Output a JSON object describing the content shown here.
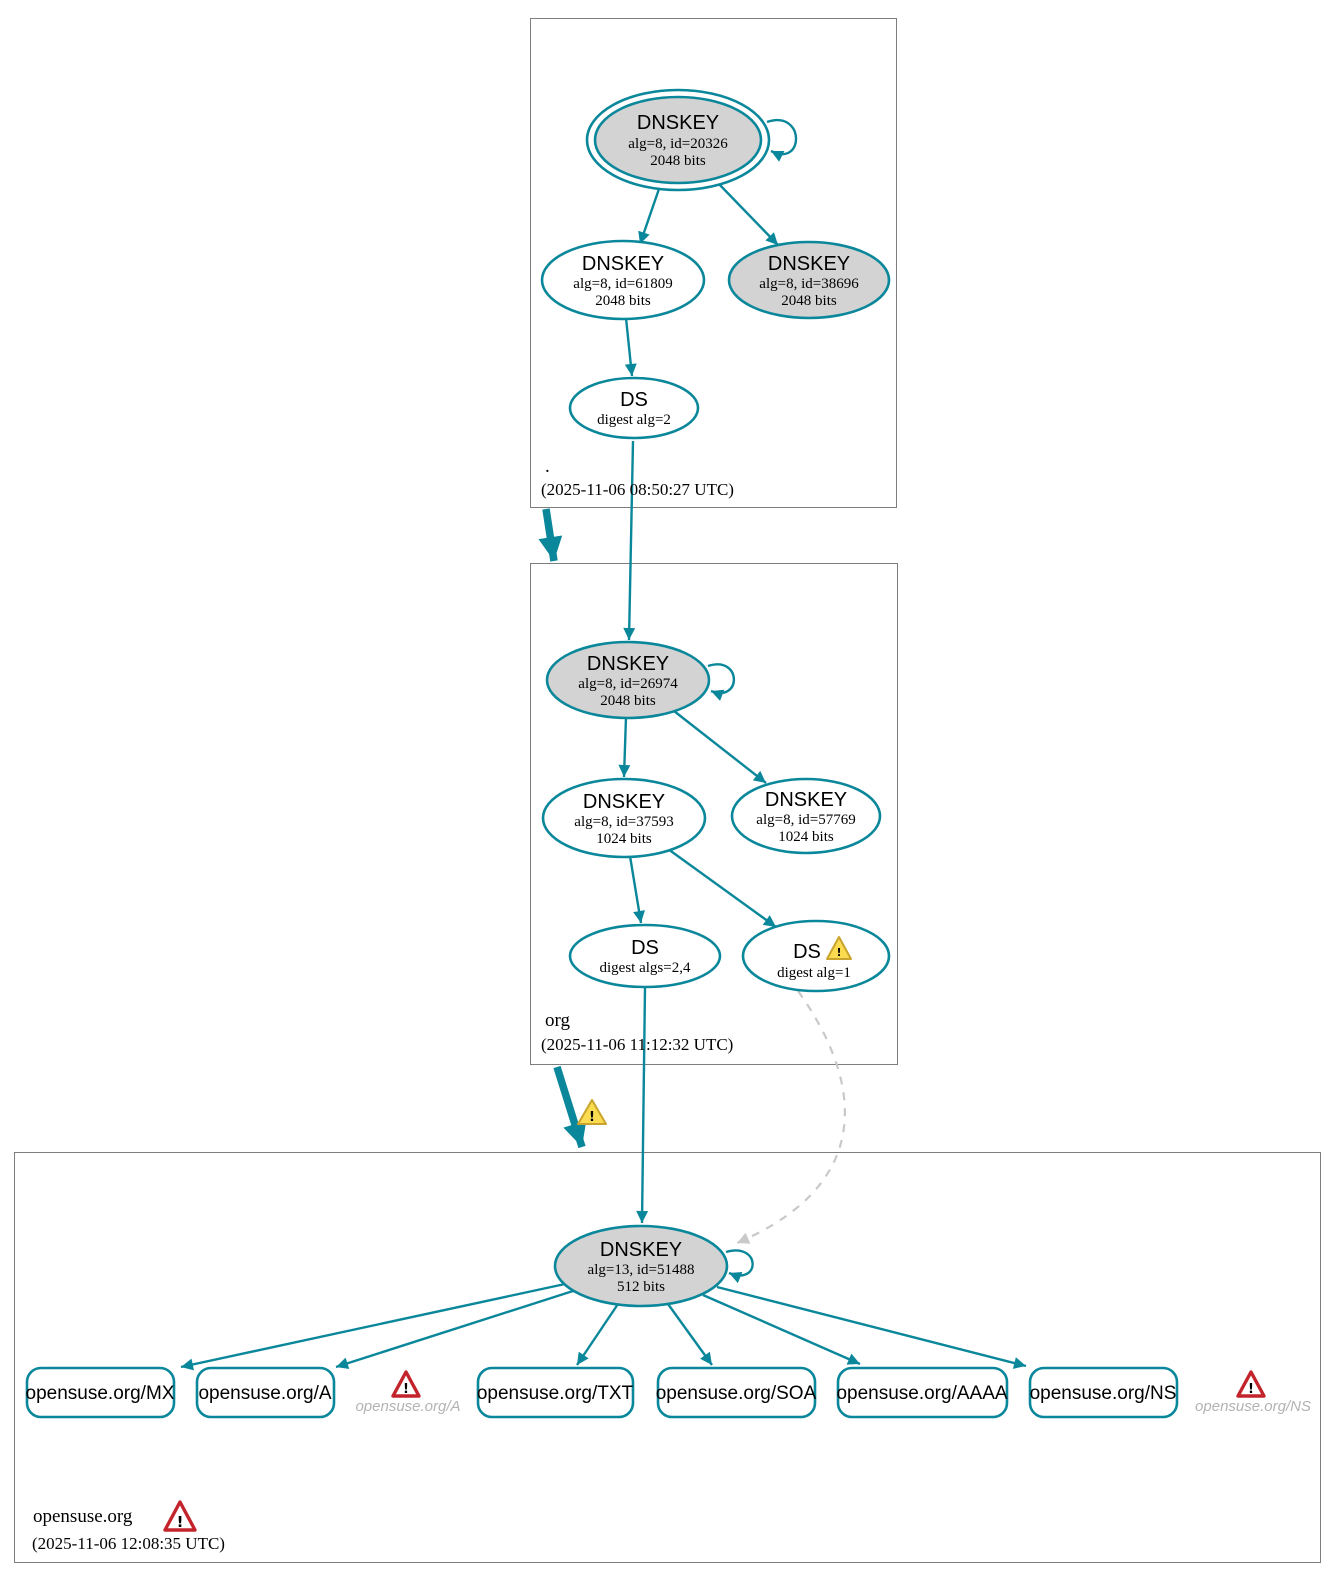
{
  "colors": {
    "secure_edge_teal": "#0a879a",
    "node_fill_gray": "#d3d3d3",
    "warning_yellow": "#fbdc51",
    "error_red": "#c3242b",
    "insecure_dashed_gray": "#c9c9c9"
  },
  "icons": {
    "warning_glyph": "!",
    "error_glyph": "!"
  },
  "zones": {
    "root": {
      "name": ".",
      "timestamp": "(2025-11-06 08:50:27 UTC)",
      "ksk": {
        "title": "DNSKEY",
        "detail1": "alg=8, id=20326",
        "detail2": "2048 bits"
      },
      "zsk": {
        "title": "DNSKEY",
        "detail1": "alg=8, id=61809",
        "detail2": "2048 bits"
      },
      "key2": {
        "title": "DNSKEY",
        "detail1": "alg=8, id=38696",
        "detail2": "2048 bits"
      },
      "ds": {
        "title": "DS",
        "detail1": "digest alg=2"
      }
    },
    "org": {
      "name": "org",
      "timestamp": "(2025-11-06 11:12:32 UTC)",
      "ksk": {
        "title": "DNSKEY",
        "detail1": "alg=8, id=26974",
        "detail2": "2048 bits"
      },
      "zsk": {
        "title": "DNSKEY",
        "detail1": "alg=8, id=37593",
        "detail2": "1024 bits"
      },
      "key2": {
        "title": "DNSKEY",
        "detail1": "alg=8, id=57769",
        "detail2": "1024 bits"
      },
      "ds": {
        "title": "DS",
        "detail1": "digest algs=2,4"
      },
      "ds_warning": {
        "title": "DS",
        "detail1": "digest alg=1"
      }
    },
    "opensuse": {
      "name": "opensuse.org",
      "timestamp": "(2025-11-06 12:08:35 UTC)",
      "dnskey": {
        "title": "DNSKEY",
        "detail1": "alg=13, id=51488",
        "detail2": "512 bits"
      },
      "rrsets": [
        {
          "label": "opensuse.org/MX"
        },
        {
          "label": "opensuse.org/A"
        },
        {
          "label": "opensuse.org/TXT"
        },
        {
          "label": "opensuse.org/SOA"
        },
        {
          "label": "opensuse.org/AAAA"
        },
        {
          "label": "opensuse.org/NS"
        }
      ],
      "missing": [
        {
          "label": "opensuse.org/A"
        },
        {
          "label": "opensuse.org/NS"
        }
      ]
    }
  }
}
